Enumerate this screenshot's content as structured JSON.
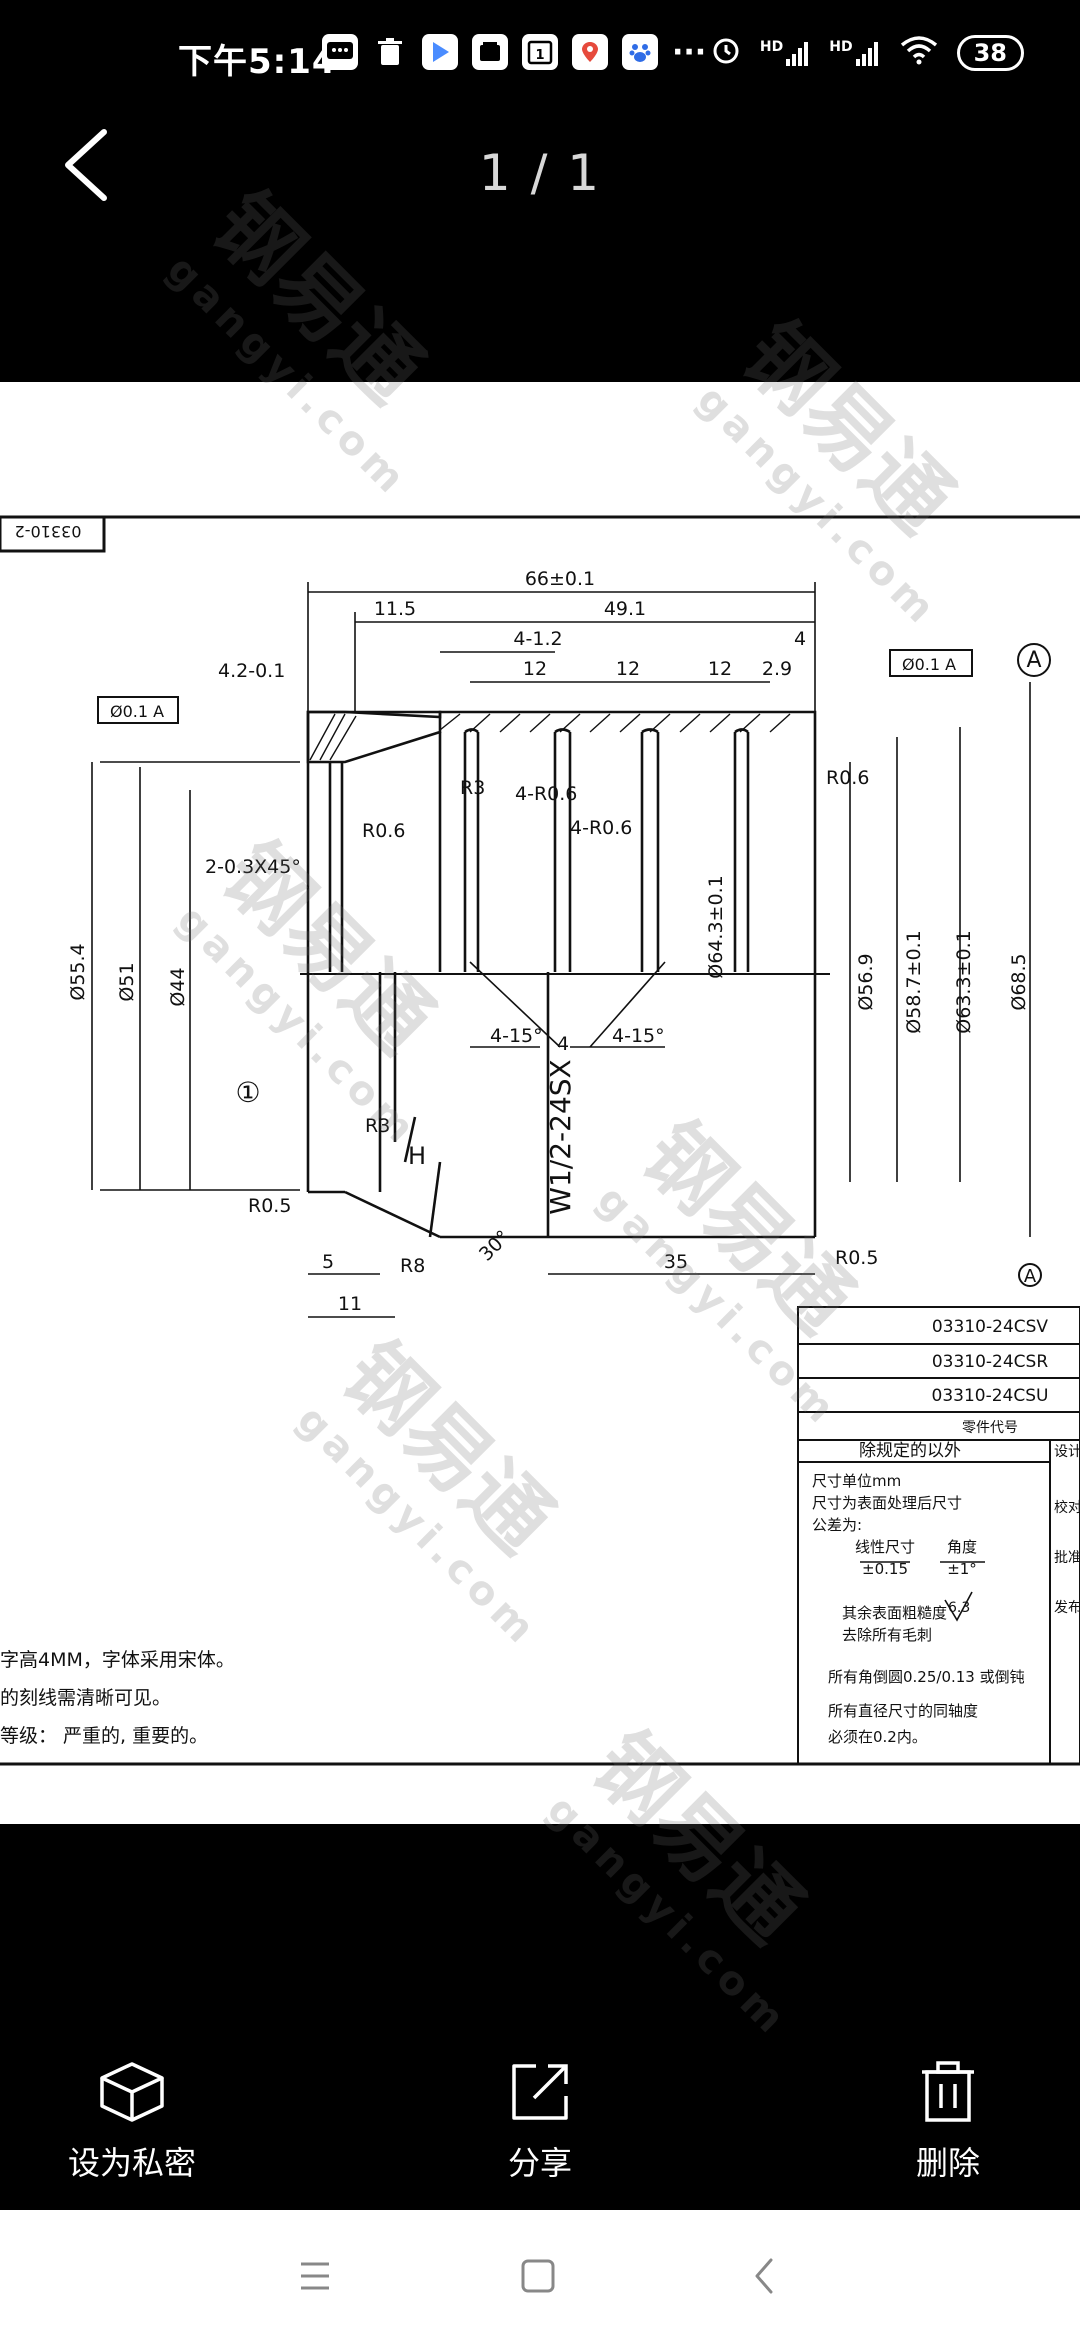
{
  "status_bar": {
    "time": "下午5:14",
    "battery": "38",
    "network_labels": [
      "HD",
      "HD"
    ],
    "icons": [
      "chat-icon",
      "trash-icon",
      "play-icon",
      "mi-icon",
      "calendar-icon",
      "map-icon",
      "baidu-icon",
      "more-icon",
      "alarm-icon",
      "signal-icon",
      "signal-icon",
      "wifi-icon"
    ]
  },
  "header": {
    "page_counter": "1 / 1",
    "back_icon": "chevron-left-icon"
  },
  "drawing": {
    "doc_number_tab": "03310-2",
    "dims": {
      "overall_length": "66±0.1",
      "len_49": "49.1",
      "len_11_5": "11.5",
      "groove_4_1_2": "4-1.2",
      "pitch_12a": "12",
      "pitch_12b": "12",
      "pitch_12c": "12",
      "len_2_9": "2.9",
      "len_4": "4",
      "chamfer_4_2": "4.2-0.1",
      "r0_6_left": "R0.6",
      "r0_6_right": "R0.6",
      "r3": "R3",
      "four_r0_6a": "4-R0.6",
      "four_r0_6b": "4-R0.6",
      "chamfer_2": "2-0.3X45°",
      "d64": "Ø64.3±0.1",
      "d55": "Ø55.4",
      "d51": "Ø51",
      "d44": "Ø44",
      "d56": "Ø56.9",
      "d58": "Ø58.7±0.1",
      "d63": "Ø63.3±0.1",
      "d68": "Ø68.5",
      "ang_left": "4-15°",
      "ang_right": "4-15°",
      "center_4": "4",
      "thread": "W1/2-24SX",
      "r3_lower": "R3",
      "h_label": "H",
      "r0_5_left": "R0.5",
      "r0_5_right": "R0.5",
      "r8": "R8",
      "angle_30": "30°",
      "dim_5": "5",
      "dim_11": "11",
      "dim_35": "35",
      "circle_1": "①",
      "datum_a": "A",
      "gdt_left": "Ø0.1 A",
      "gdt_right": "Ø0.1 A"
    },
    "title_block": {
      "part_codes": [
        "03310-24CSV",
        "03310-24CSR",
        "03310-24CSU"
      ],
      "part_code_header": "零件代号",
      "unless_noted": "除规定的以外",
      "unit_line": "尺寸单位mm",
      "surface_line": "尺寸为表面处理后尺寸",
      "tolerance_line": "公差为:",
      "linear_label": "线性尺寸",
      "linear_value": "±0.15",
      "angle_label": "角度",
      "angle_value": "±1°",
      "roughness_line1": "其余表面粗糙度",
      "roughness_value": "6.3",
      "roughness_line2": "去除所有毛刺",
      "chamfer_note": "所有角倒圆0.25/0.13 或倒钝",
      "coaxial_line1": "所有直径尺寸的同轴度",
      "coaxial_line2": "必须在0.2内。",
      "side_cells": [
        "设计",
        "校对",
        "批准",
        "发布"
      ]
    },
    "notes": [
      "字高4MM，字体采用宋体。",
      "的刻线需清晰可见。",
      "等级：  严重的, 重要的。"
    ],
    "watermark_big": "钢易通",
    "watermark_small": "gangyi.com"
  },
  "bottom_actions": [
    {
      "label": "设为私密",
      "icon": "box-icon"
    },
    {
      "label": "分享",
      "icon": "share-icon"
    },
    {
      "label": "删除",
      "icon": "trash-icon"
    }
  ],
  "nav_bar": {
    "buttons": [
      "menu-icon",
      "home-icon",
      "back-icon"
    ]
  }
}
